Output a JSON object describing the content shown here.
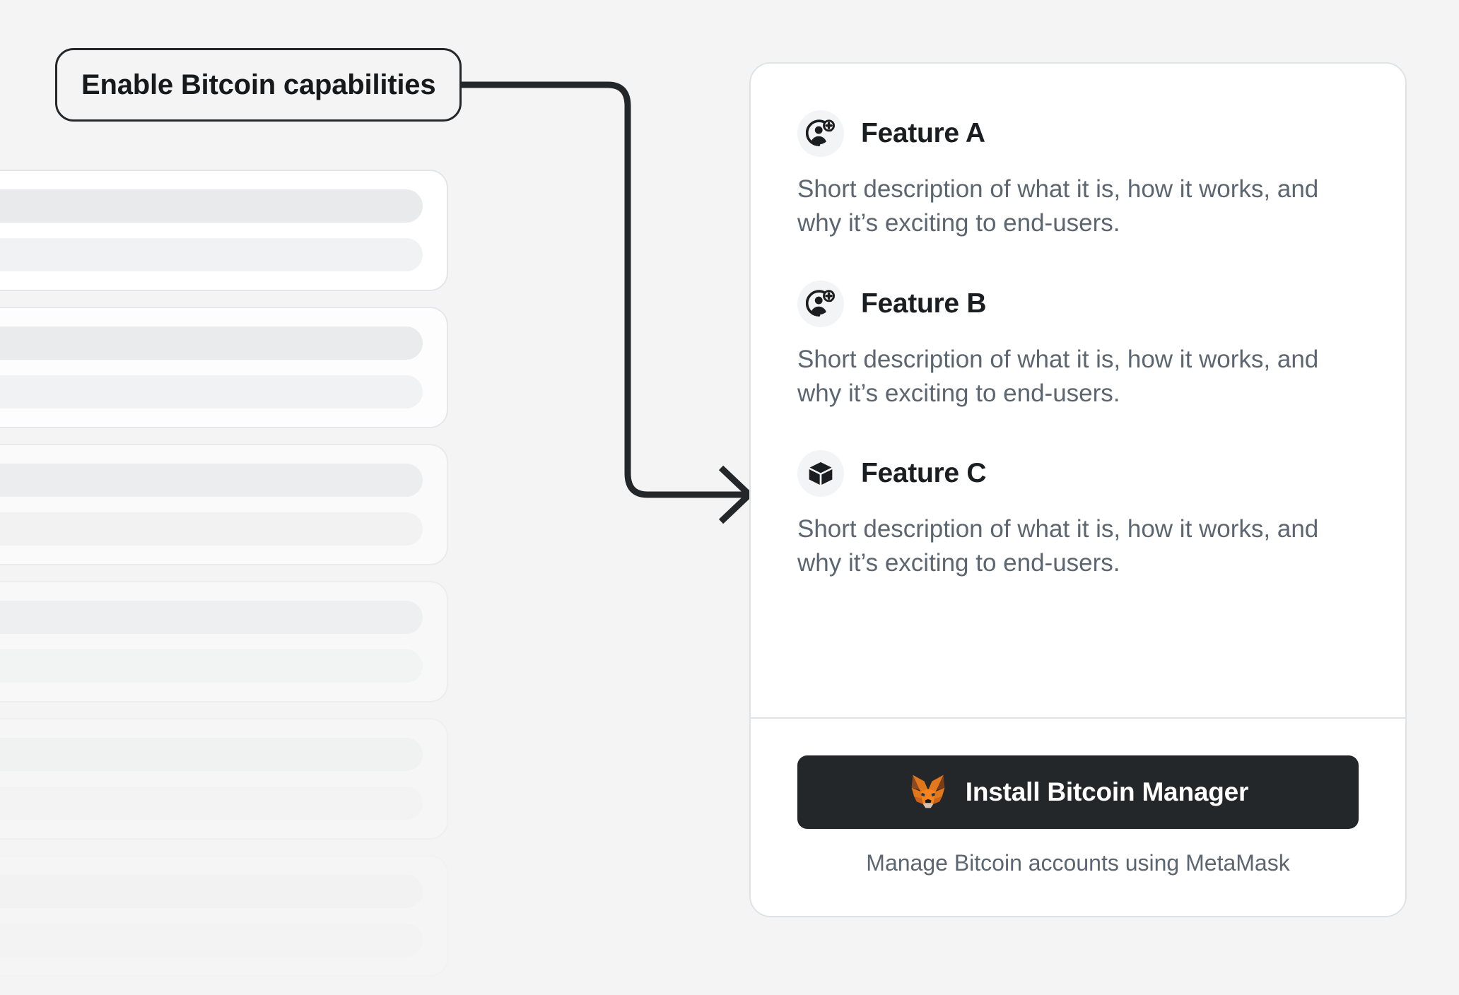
{
  "background_color": "#f4f4f4",
  "callout": {
    "label": "Enable Bitcoin capabilities",
    "border_color": "#24272a",
    "text_color": "#17191b"
  },
  "connector": {
    "name": "arrow-connector",
    "color": "#24272a",
    "start_dot": true,
    "arrowhead": "right"
  },
  "skeleton": {
    "card_count": 6,
    "bar_labels": [
      "primary",
      "secondary"
    ]
  },
  "card": {
    "background_color": "#ffffff",
    "border_color": "#e0e3e6",
    "features": [
      {
        "icon": "add-user-icon",
        "title": "Feature A",
        "description": "Short description of what it is, how it works, and why it’s exciting to end-users."
      },
      {
        "icon": "add-user-icon",
        "title": "Feature B",
        "description": "Short description of what it is, how it works, and why it’s exciting to end-users."
      },
      {
        "icon": "cube-icon",
        "title": "Feature C",
        "description": "Short description of what it is, how it works, and why it’s exciting to end-users."
      }
    ],
    "footer": {
      "install_button": {
        "icon": "metamask-fox-icon",
        "label": "Install Bitcoin Manager",
        "background_color": "#24272a",
        "text_color": "#ffffff"
      },
      "caption": "Manage Bitcoin accounts using MetaMask"
    }
  }
}
